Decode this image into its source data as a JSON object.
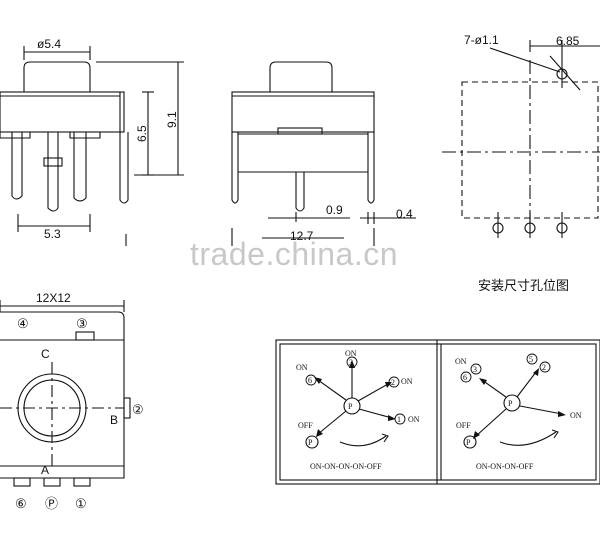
{
  "dims": {
    "cap_dia": "ø5.4",
    "height_65": "6.5",
    "height_91": "9.1",
    "pin_pitch": "5.3",
    "offset_09": "0.9",
    "offset_04": "0.4",
    "width_127": "12.7",
    "holes": "7-ø1.1",
    "hole_span": "6.85",
    "body_size": "12X12"
  },
  "labels": {
    "mount_caption": "安装尺寸孔位图",
    "pos_C": "C",
    "pos_B": "B",
    "pos_A": "A",
    "pin4": "④",
    "pin3": "③",
    "pin2": "②",
    "pin6": "⑥",
    "pinP": "Ⓟ",
    "pin1": "①"
  },
  "schematics": [
    {
      "on_top": "ON",
      "n3": "3",
      "on_left": "ON",
      "n6": "6",
      "n2": "2",
      "on_right": "ON",
      "n1": "1",
      "p": "P",
      "off": "OFF",
      "pp": "P",
      "seq": "ON-ON-ON-ON-OFF"
    },
    {
      "on_left": "ON",
      "n6": "6",
      "n3": "3",
      "n5": "5",
      "n2": "2",
      "p": "P",
      "on_right": "ON",
      "off": "OFF",
      "pp": "P",
      "seq": "ON-ON-ON-OFF"
    }
  ],
  "watermark": "trade.china.cn"
}
